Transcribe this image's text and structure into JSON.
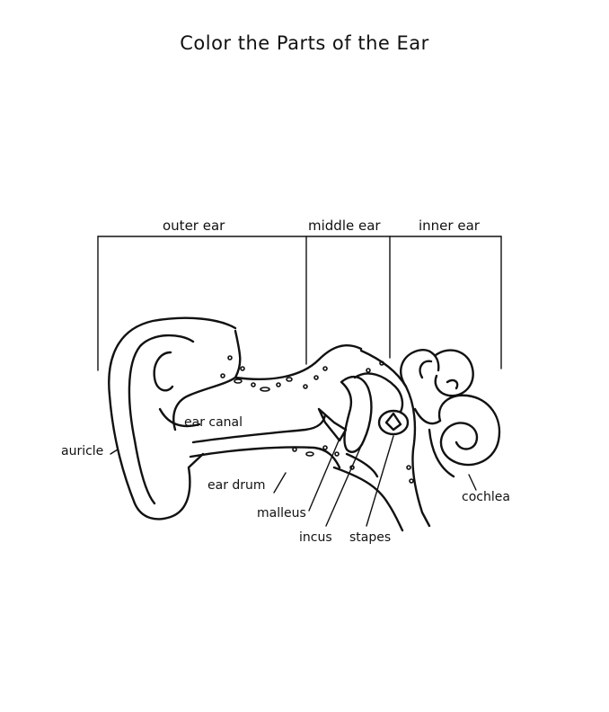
{
  "title": "Color the Parts of the Ear",
  "sections": {
    "outer": "outer ear",
    "middle": "middle ear",
    "inner": "inner ear"
  },
  "parts": {
    "auricle": "auricle",
    "ear_canal": "ear canal",
    "ear_drum": "ear drum",
    "malleus": "malleus",
    "incus": "incus",
    "stapes": "stapes",
    "cochlea": "cochlea"
  }
}
